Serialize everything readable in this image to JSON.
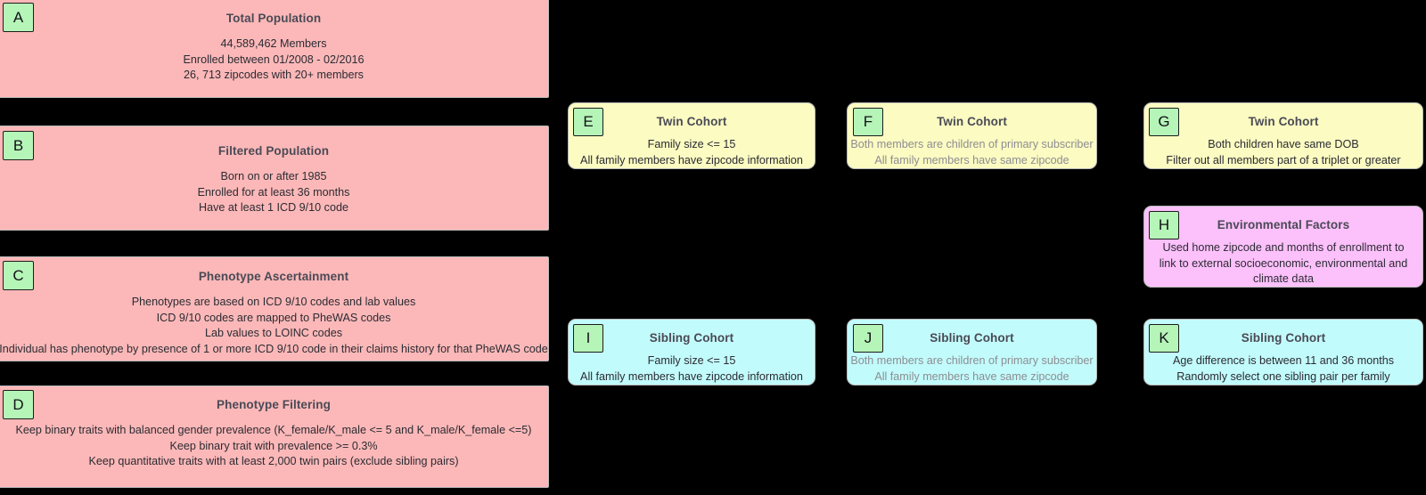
{
  "figure": {
    "background_color": "#000000",
    "badge_color": "#b6f5b8",
    "title_color": "#4a4a56",
    "body_color": "#2b2b33",
    "muted_body_color": "#8d8d93",
    "pink_color": "#fcb8b8",
    "yellow_color": "#fbfbc2",
    "magenta_color": "#fcc0fb",
    "cyan_color": "#c2fbfb"
  },
  "panels": [
    {
      "id": "A",
      "title": "Total Population",
      "lines": [
        "44,589,462 Members",
        "Enrolled between 01/2008 - 02/2016",
        "26, 713 zipcodes with 20+ members"
      ],
      "muted": false,
      "fill": "#fcb8b8"
    },
    {
      "id": "B",
      "title": "Filtered Population",
      "lines": [
        "Born on or after 1985",
        "Enrolled for at least 36 months",
        "Have at least 1 ICD 9/10 code"
      ],
      "muted": false,
      "fill": "#fcb8b8"
    },
    {
      "id": "C",
      "title": "Phenotype Ascertainment",
      "lines": [
        "Phenotypes are based on ICD 9/10 codes and lab values",
        "ICD 9/10 codes are mapped to PheWAS codes",
        "Lab values to LOINC codes",
        "Individual has phenotype by presence of 1 or more ICD 9/10 code in their claims history for that PheWAS code"
      ],
      "muted": false,
      "fill": "#fcb8b8"
    },
    {
      "id": "D",
      "title": "Phenotype Filtering",
      "lines": [
        "Keep binary traits with balanced gender prevalence (K_female/K_male <= 5 and K_male/K_female <=5)",
        "Keep binary trait with prevalence >= 0.3%",
        "Keep quantitative traits with at least 2,000 twin pairs (exclude sibling pairs)"
      ],
      "muted": false,
      "fill": "#fcb8b8"
    },
    {
      "id": "E",
      "title": "Twin Cohort",
      "lines": [
        "Family size <= 15",
        "All family members have zipcode information"
      ],
      "muted": false,
      "fill": "#fbfbc2"
    },
    {
      "id": "F",
      "title": "Twin Cohort",
      "lines": [
        "Both members are children of primary subscriber",
        "All family members have same zipcode"
      ],
      "muted": true,
      "fill": "#fbfbc2"
    },
    {
      "id": "G",
      "title": "Twin Cohort",
      "lines": [
        "Both children have same DOB",
        "Filter out all members part of a triplet or greater"
      ],
      "muted": false,
      "fill": "#fbfbc2"
    },
    {
      "id": "H",
      "title": "Environmental Factors",
      "lines": [
        "Used home zipcode and months of enrollment to link to external socioeconomic, environmental and climate data"
      ],
      "muted": false,
      "fill": "#fcc0fb"
    },
    {
      "id": "I",
      "title": "Sibling Cohort",
      "lines": [
        "Family size <= 15",
        "All family members have zipcode information"
      ],
      "muted": false,
      "fill": "#c2fbfb"
    },
    {
      "id": "J",
      "title": "Sibling Cohort",
      "lines": [
        "Both members are children of primary subscriber",
        "All family members have same zipcode"
      ],
      "muted": true,
      "fill": "#c2fbfb"
    },
    {
      "id": "K",
      "title": "Sibling Cohort",
      "lines": [
        "Age difference is between 11 and 36 months",
        "Randomly select one sibling pair per family"
      ],
      "muted": false,
      "fill": "#c2fbfb"
    }
  ]
}
